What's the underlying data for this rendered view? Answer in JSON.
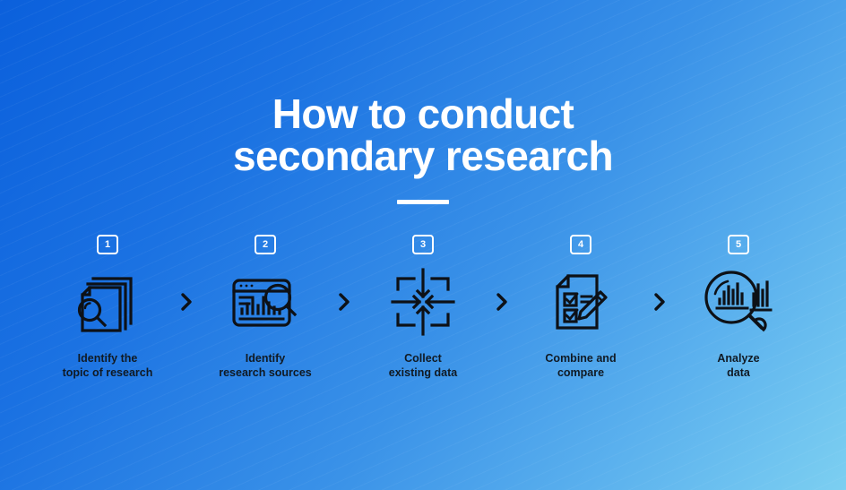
{
  "theme": {
    "gradient_from": "#0b60dc",
    "gradient_to": "#7ccff1",
    "title_color": "#ffffff",
    "label_color": "#101a24",
    "icon_stroke": "#0d1117",
    "badge_border": "#ffffff"
  },
  "title": {
    "line1": "How to conduct",
    "line2": "secondary research"
  },
  "steps": [
    {
      "number": "1",
      "icon": "documents-magnifier-icon",
      "label_line1": "Identify the",
      "label_line2": "topic of research"
    },
    {
      "number": "2",
      "icon": "browser-chart-magnifier-icon",
      "label_line1": "Identify",
      "label_line2": "research sources"
    },
    {
      "number": "3",
      "icon": "converging-arrows-icon",
      "label_line1": "Collect",
      "label_line2": "existing data"
    },
    {
      "number": "4",
      "icon": "checklist-pencil-icon",
      "label_line1": "Combine and",
      "label_line2": "compare"
    },
    {
      "number": "5",
      "icon": "magnifier-bar-chart-icon",
      "label_line1": "Analyze",
      "label_line2": "data"
    }
  ],
  "separators": [
    {
      "icon": "chevron-right-icon"
    },
    {
      "icon": "chevron-right-icon"
    },
    {
      "icon": "chevron-right-icon"
    },
    {
      "icon": "chevron-right-icon"
    }
  ]
}
